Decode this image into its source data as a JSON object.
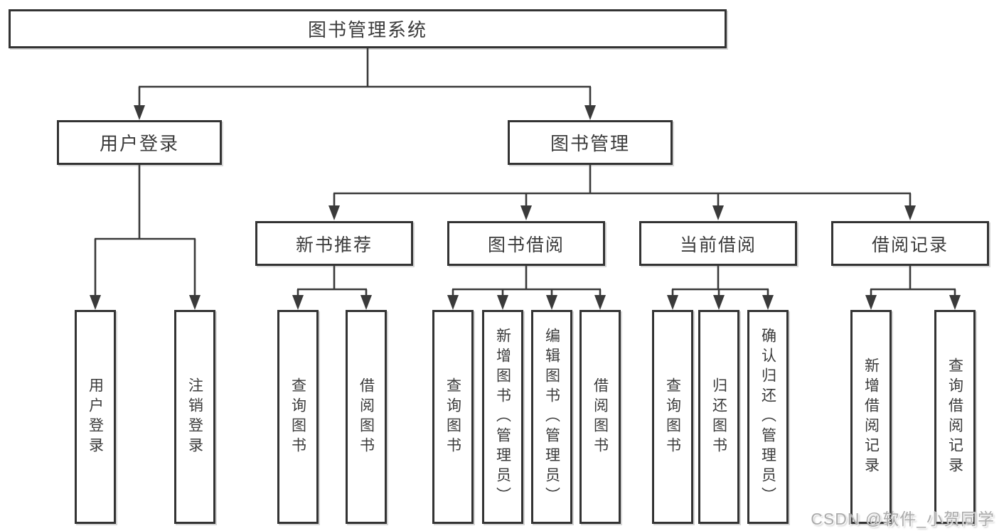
{
  "diagram": {
    "root": {
      "label": "图书管理系统"
    },
    "level2": [
      {
        "label": "用户登录"
      },
      {
        "label": "图书管理"
      }
    ],
    "level3": [
      {
        "label": "新书推荐"
      },
      {
        "label": "图书借阅"
      },
      {
        "label": "当前借阅"
      },
      {
        "label": "借阅记录"
      }
    ],
    "leaves": [
      {
        "label": "用户登录"
      },
      {
        "label": "注销登录"
      },
      {
        "label": "查询图书"
      },
      {
        "label": "借阅图书"
      },
      {
        "label": "查询图书"
      },
      {
        "label": "新增图书（管理员）"
      },
      {
        "label": "编辑图书（管理员）"
      },
      {
        "label": "借阅图书"
      },
      {
        "label": "查询图书"
      },
      {
        "label": "归还图书"
      },
      {
        "label": "确认归还（管理员）"
      },
      {
        "label": "新增借阅记录"
      },
      {
        "label": "查询借阅记录"
      }
    ]
  },
  "watermark": {
    "text": "CSDN @软件_小贺同学"
  },
  "colors": {
    "line": "#3a3a3a",
    "border": "#333333",
    "text": "#3b3b3b",
    "watermark": "#ababab",
    "background": "#ffffff"
  }
}
